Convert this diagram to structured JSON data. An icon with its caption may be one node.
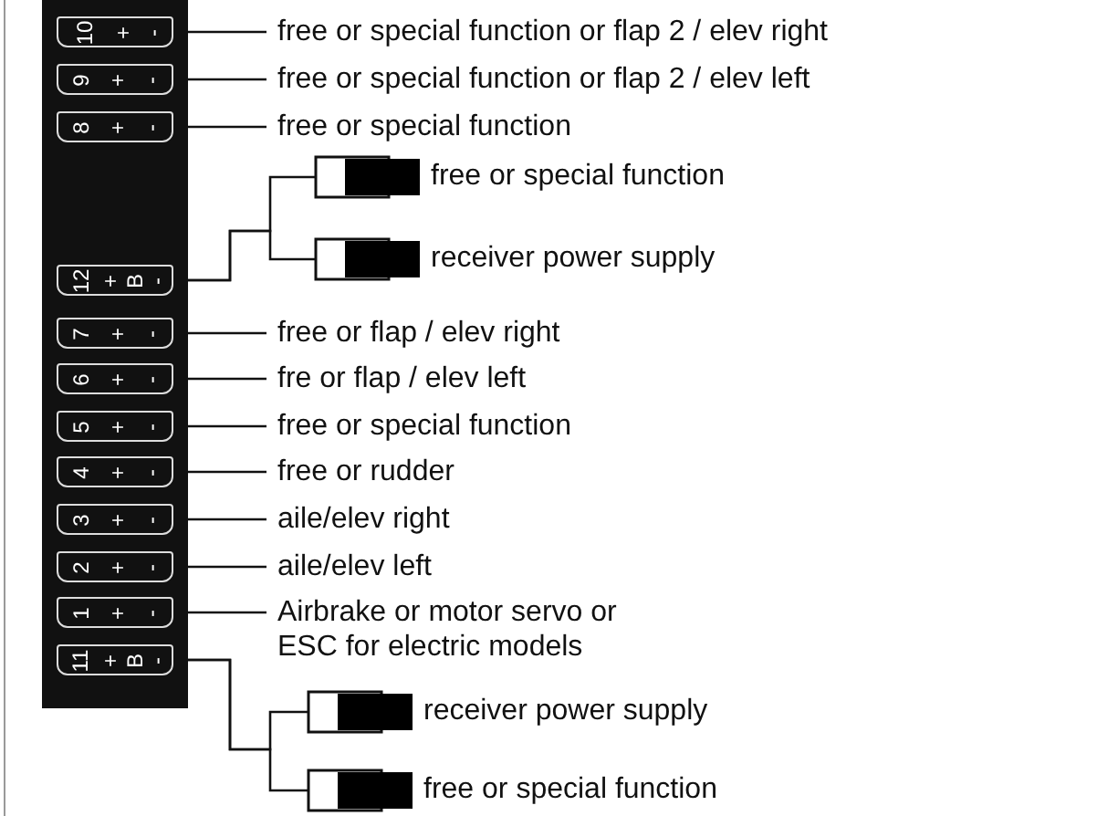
{
  "diagram": {
    "nodes": [
      {
        "text": [],
        "shape": "box"
      },
      {
        "text": [
          "10",
          "+",
          "-"
        ],
        "in": 0
      },
      {
        "text": [
          "9",
          "+",
          "-"
        ],
        "in": 0
      },
      {
        "text": [
          "8",
          "+",
          "-"
        ],
        "in": 0
      },
      {
        "text": [
          "12",
          "+",
          "B",
          "-"
        ],
        "in": 0
      },
      {
        "text": [
          "7",
          "+",
          "-"
        ],
        "in": 0
      },
      {
        "text": [
          "6",
          "+",
          "-"
        ],
        "in": 0
      },
      {
        "text": [
          "5",
          "+",
          "-"
        ],
        "in": 0
      },
      {
        "text": [
          "4",
          "+",
          "-"
        ],
        "in": 0
      },
      {
        "text": [
          "3",
          "+",
          "-"
        ],
        "in": 0
      },
      {
        "text": [
          "2",
          "+",
          "-"
        ],
        "in": 0
      },
      {
        "text": [
          "1",
          "+",
          "-"
        ],
        "in": 0
      },
      {
        "text": [
          "11",
          "+",
          "B",
          "-"
        ],
        "in": 0
      },
      {
        "text": [
          "free or special function or flap 2 / elev right"
        ]
      },
      {
        "text": [
          "free or special function or flap 2 / elev left"
        ]
      },
      {
        "text": [
          "free or special function"
        ]
      },
      {
        "text": [],
        "shape": "box",
        "beside": [
          "free or special function"
        ]
      },
      {
        "text": [],
        "shape": "box",
        "beside": [
          "receiver power supply"
        ]
      },
      {
        "text": [
          "free or flap / elev right"
        ]
      },
      {
        "text": [
          "fre or flap / elev left"
        ]
      },
      {
        "text": [
          "free or special function"
        ]
      },
      {
        "text": [
          "free or rudder"
        ]
      },
      {
        "text": [
          "aile/elev right"
        ]
      },
      {
        "text": [
          "aile/elev left"
        ]
      },
      {
        "text": [
          "Airbrake or motor servo or ESC for electric models"
        ]
      },
      {
        "text": [],
        "shape": "box",
        "beside": [
          "receiver power supply"
        ]
      },
      {
        "text": [],
        "shape": "box",
        "beside": [
          "free or special function"
        ]
      }
    ],
    "edges": [
      {
        "from": 1,
        "to": 13,
        "arrow": "none"
      },
      {
        "from": 2,
        "to": 14,
        "arrow": "none"
      },
      {
        "from": 3,
        "to": 15,
        "arrow": "none"
      },
      {
        "from": 4,
        "to": 16,
        "arrow": "none"
      },
      {
        "from": 4,
        "to": 17,
        "arrow": "none"
      },
      {
        "from": 5,
        "to": 18,
        "arrow": "none"
      },
      {
        "from": 6,
        "to": 19,
        "arrow": "none"
      },
      {
        "from": 7,
        "to": 20,
        "arrow": "none"
      },
      {
        "from": 8,
        "to": 21,
        "arrow": "none"
      },
      {
        "from": 9,
        "to": 22,
        "arrow": "none"
      },
      {
        "from": 10,
        "to": 23,
        "arrow": "none"
      },
      {
        "from": 11,
        "to": 24,
        "arrow": "none"
      },
      {
        "from": 12,
        "to": 25,
        "arrow": "none"
      },
      {
        "from": 12,
        "to": 26,
        "arrow": "none"
      }
    ]
  }
}
